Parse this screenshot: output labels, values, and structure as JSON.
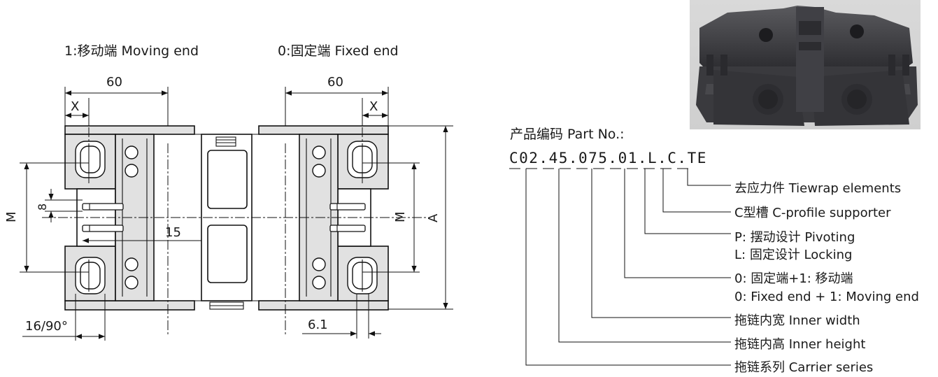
{
  "drawing": {
    "moving_end": "1:移动端 Moving end",
    "fixed_end": "0:固定端 Fixed end",
    "dim_60_left": "60",
    "dim_60_right": "60",
    "dim_x_left": "X",
    "dim_x_right": "X",
    "dim_m_left": "M",
    "dim_m_right": "M",
    "dim_a": "A",
    "dim_8": "8",
    "dim_15": "15",
    "dim_angle": "16/90°",
    "dim_61": "6.1"
  },
  "part_no": {
    "heading": "产品编码 Part No.:",
    "code": "C02.45.075.01.L.C.TE",
    "items": [
      {
        "label": "去应力件 Tiewrap elements"
      },
      {
        "label": "C型槽 C-profile supporter"
      },
      {
        "label": "P: 摆动设计 Pivoting"
      },
      {
        "label": "L: 固定设计 Locking"
      },
      {
        "label": "0: 固定端+1: 移动端"
      },
      {
        "label": "0: Fixed end + 1: Moving end"
      },
      {
        "label": "拖链内宽 Inner width"
      },
      {
        "label": "拖链内高 Inner height"
      },
      {
        "label": "拖链系列 Carrier series"
      }
    ]
  }
}
